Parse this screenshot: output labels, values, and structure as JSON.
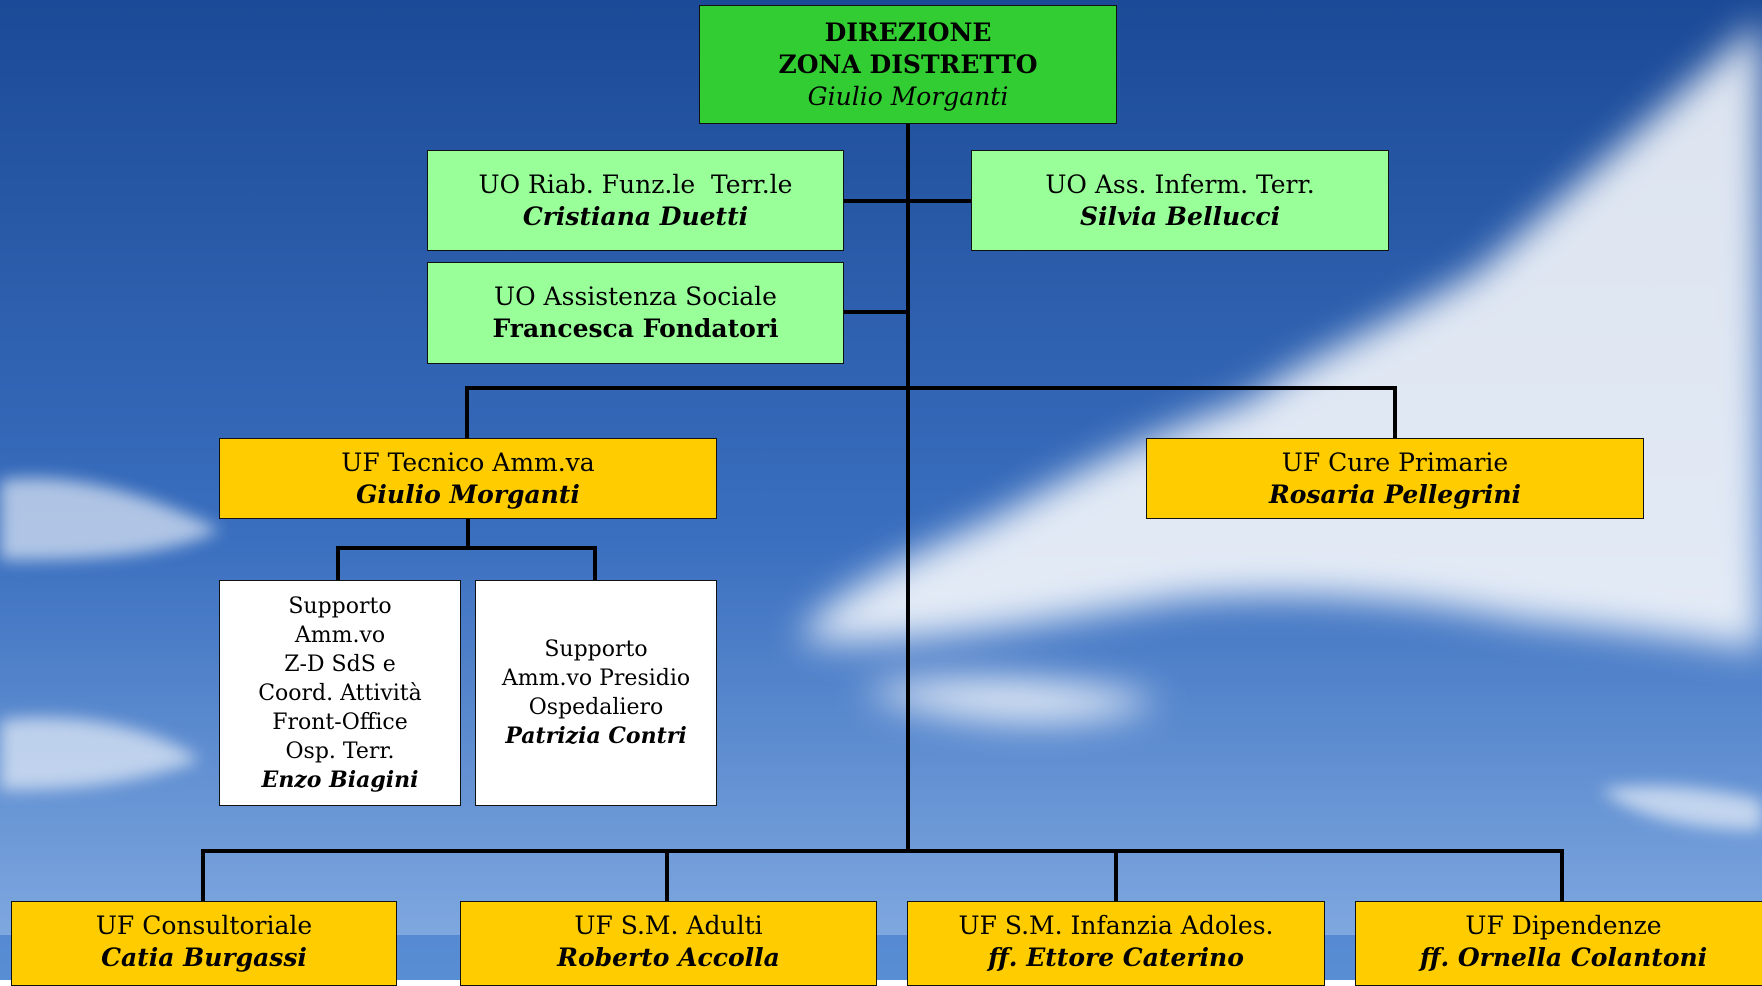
{
  "colors": {
    "direction": "#32cd32",
    "uo": "#99ff99",
    "uf": "#ffcc00",
    "support": "#ffffff",
    "sky_top": "#1e4f9e",
    "sky_bottom": "#7aa6e2"
  },
  "direction": {
    "line1": "DIREZIONE",
    "line2": "ZONA DISTRETTO",
    "person": "Giulio Morganti"
  },
  "uo_riab": {
    "label": "UO Riab. Funz.le  Terr.le",
    "person": "Cristiana Duetti"
  },
  "uo_inferm": {
    "label": "UO Ass. Inferm. Terr.",
    "person": "Silvia Bellucci"
  },
  "uo_sociale": {
    "label": "UO Assistenza Sociale",
    "person": "Francesca Fondatori"
  },
  "uf_tecnico": {
    "label": "UF Tecnico Amm.va",
    "person": "Giulio Morganti"
  },
  "uf_cure": {
    "label": "UF Cure Primarie",
    "person": "Rosaria Pellegrini"
  },
  "support_zd": {
    "lines": [
      "Supporto",
      "Amm.vo",
      "Z-D SdS e",
      "Coord. Attività",
      "Front-Office",
      "Osp. Terr."
    ],
    "person": "Enzo Biagini"
  },
  "support_presidio": {
    "lines": [
      "Supporto",
      "Amm.vo Presidio",
      "Ospedaliero"
    ],
    "person": "Patrizia Contri"
  },
  "bottom_units": [
    {
      "label": "UF Consultoriale",
      "person": "Catia Burgassi"
    },
    {
      "label": "UF S.M. Adulti",
      "person": "Roberto Accolla"
    },
    {
      "label": "UF S.M. Infanzia Adoles.",
      "person": "ff. Ettore Caterino"
    },
    {
      "label": "UF Dipendenze",
      "person": "ff. Ornella Colantoni"
    }
  ]
}
